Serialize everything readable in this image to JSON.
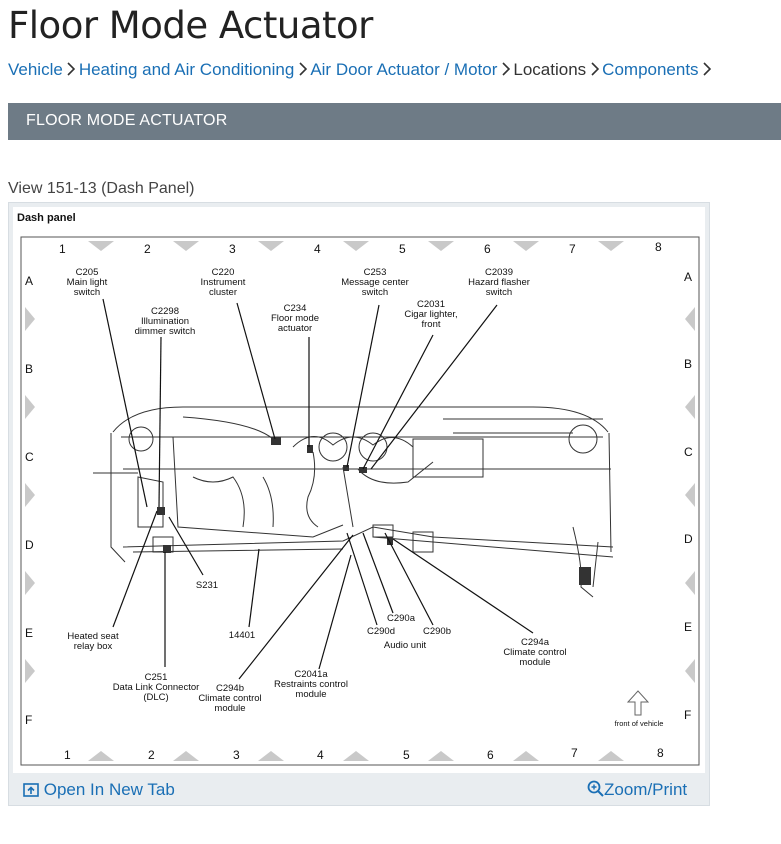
{
  "page": {
    "title": "Floor Mode Actuator",
    "section_title": "FLOOR MODE ACTUATOR",
    "view_caption": "View 151-13 (Dash Panel)"
  },
  "breadcrumb": [
    {
      "label": "Vehicle"
    },
    {
      "label": "Heating and Air Conditioning"
    },
    {
      "label": "Air Door Actuator / Motor"
    },
    {
      "label": "Locations"
    },
    {
      "label": "Components"
    }
  ],
  "diagram": {
    "title": "Dash panel",
    "columns": [
      "1",
      "2",
      "3",
      "4",
      "5",
      "6",
      "7",
      "8"
    ],
    "rows": [
      "A",
      "B",
      "C",
      "D",
      "E",
      "F"
    ],
    "front_of_vehicle": "front of vehicle",
    "callouts": [
      {
        "id": "c205",
        "lines": [
          "C205",
          "Main light",
          "switch"
        ]
      },
      {
        "id": "c2298",
        "lines": [
          "C2298",
          "Illumination",
          "dimmer switch"
        ]
      },
      {
        "id": "c220",
        "lines": [
          "C220",
          "Instrument",
          "cluster"
        ]
      },
      {
        "id": "c234",
        "lines": [
          "C234",
          "Floor mode",
          "actuator"
        ]
      },
      {
        "id": "c253",
        "lines": [
          "C253",
          "Message center",
          "switch"
        ]
      },
      {
        "id": "c2031",
        "lines": [
          "C2031",
          "Cigar lighter,",
          "front"
        ]
      },
      {
        "id": "c2039",
        "lines": [
          "C2039",
          "Hazard flasher",
          "switch"
        ]
      },
      {
        "id": "s231",
        "lines": [
          "S231"
        ]
      },
      {
        "id": "heated_seat",
        "lines": [
          "Heated seat",
          "relay box"
        ]
      },
      {
        "id": "n14401",
        "lines": [
          "14401"
        ]
      },
      {
        "id": "c290a",
        "lines": [
          "C290a"
        ]
      },
      {
        "id": "c290d",
        "lines": [
          "C290d"
        ]
      },
      {
        "id": "c290b",
        "lines": [
          "C290b"
        ]
      },
      {
        "id": "audio",
        "lines": [
          "Audio unit"
        ]
      },
      {
        "id": "c294a",
        "lines": [
          "C294a",
          "Climate control",
          "module"
        ]
      },
      {
        "id": "c251",
        "lines": [
          "C251",
          "Data Link Connector",
          "(DLC)"
        ]
      },
      {
        "id": "c2041a",
        "lines": [
          "C2041a",
          "Restraints control",
          "module"
        ]
      },
      {
        "id": "c294b",
        "lines": [
          "C294b",
          "Climate control",
          "module"
        ]
      }
    ]
  },
  "footer": {
    "open_tab_label": "Open In New Tab",
    "zoom_label": "Zoom/Print"
  }
}
